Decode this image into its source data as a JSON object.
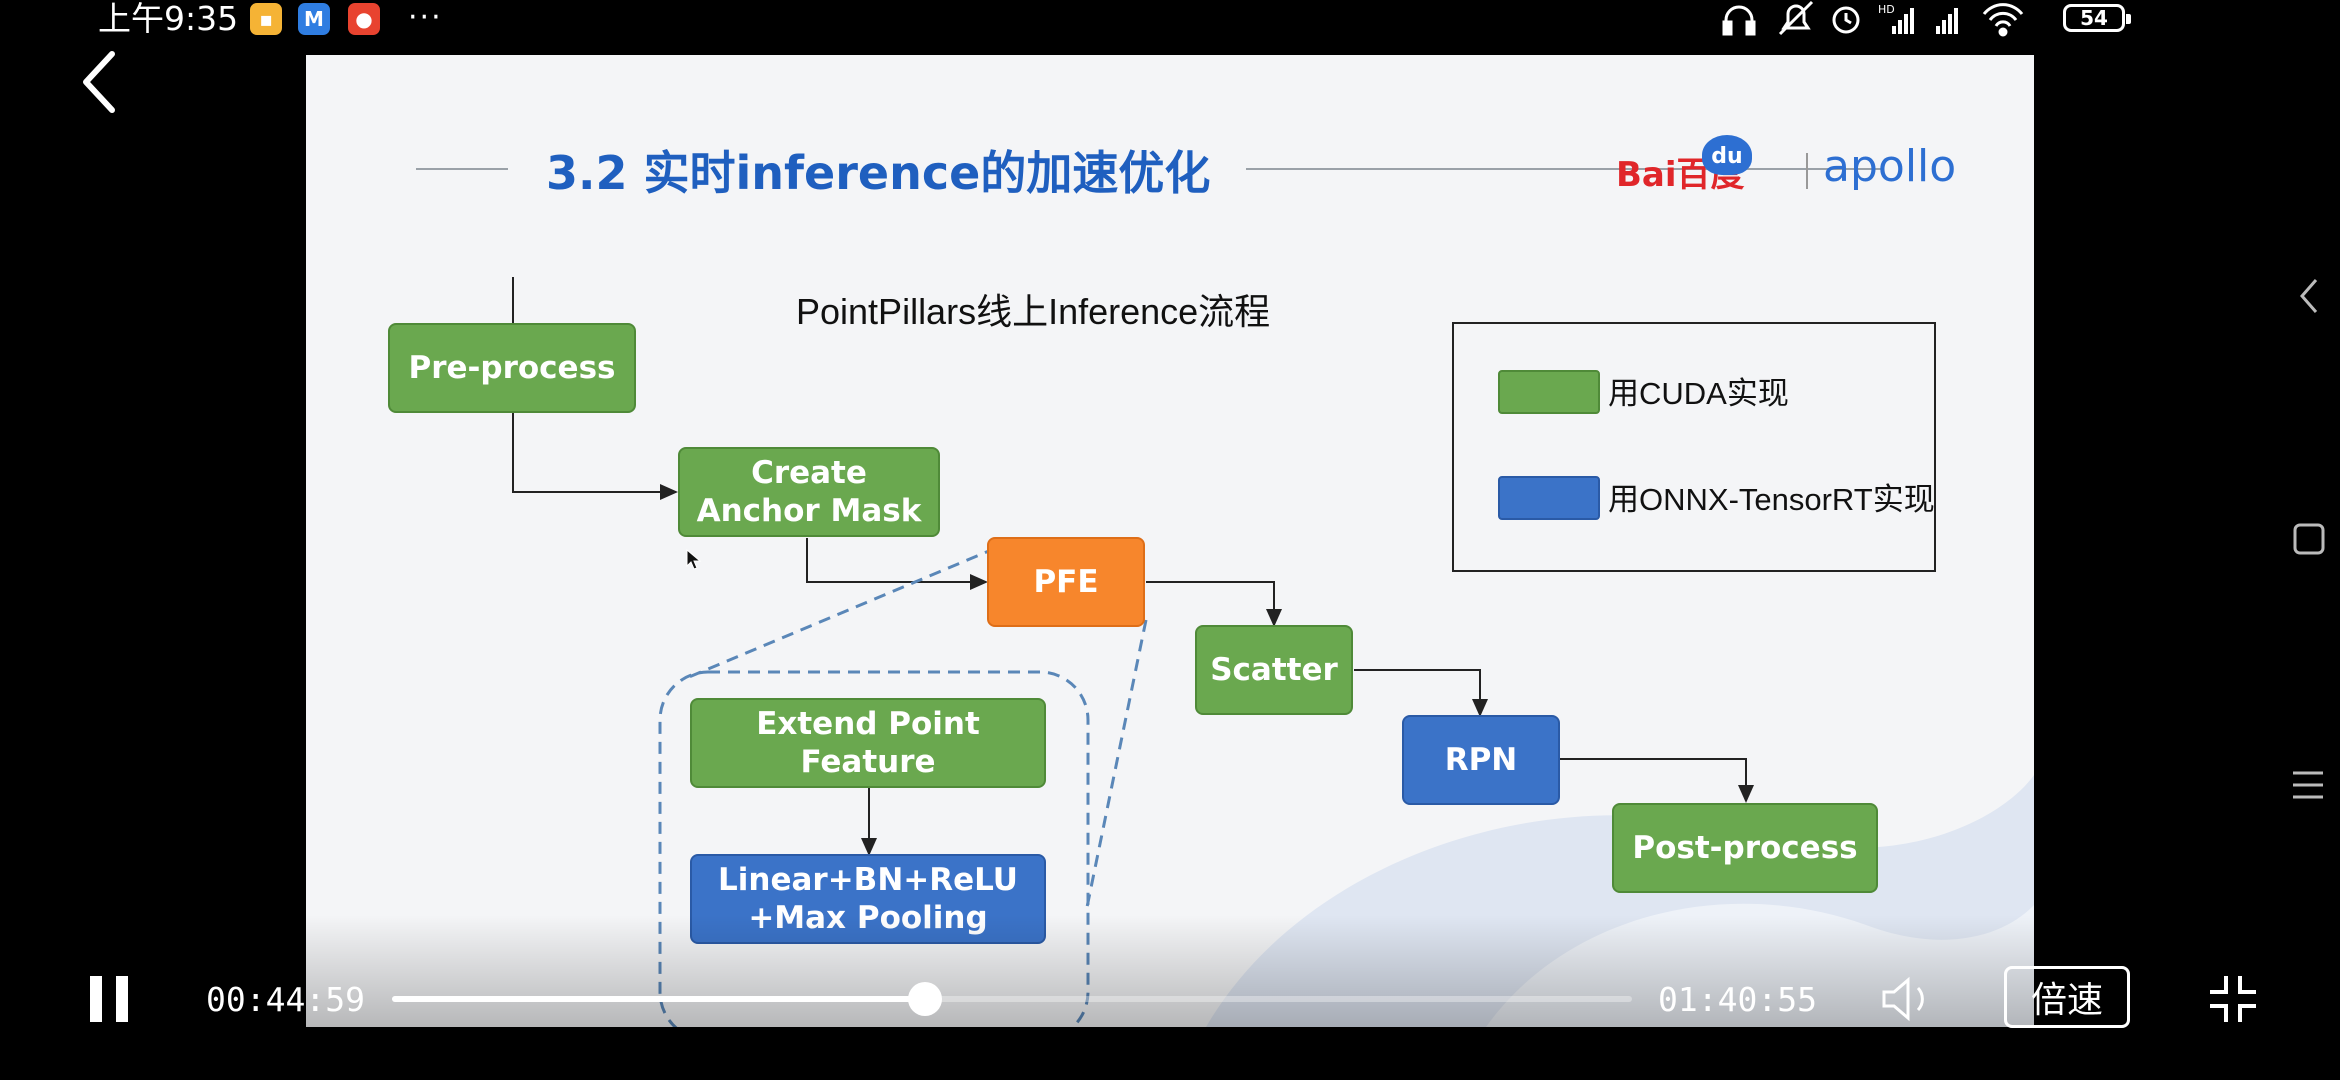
{
  "status_bar": {
    "time": "上午9:35",
    "battery": "54",
    "hd_label": "HD"
  },
  "slide": {
    "title": "3.2 实时inference的加速优化",
    "logo_baidu": "Bai百度",
    "logo_du": "du",
    "logo_apollo": "apollo",
    "subtitle": "PointPillars线上Inference流程",
    "boxes": {
      "preprocess": "Pre-process",
      "create_anchor_l1": "Create",
      "create_anchor_l2": "Anchor Mask",
      "pfe": "PFE",
      "scatter": "Scatter",
      "rpn": "RPN",
      "postprocess": "Post-process",
      "extend_l1": "Extend Point",
      "extend_l2": "Feature",
      "linear_l1": "Linear+BN+ReLU",
      "linear_l2": "+Max Pooling"
    },
    "legend": {
      "cuda": "用CUDA实现",
      "onnx": "用ONNX-TensorRT实现"
    },
    "colors": {
      "cuda_green": "#6aa84f",
      "onnx_blue": "#3b73c8",
      "pfe_orange": "#f7862c",
      "title_blue": "#1f5fbf"
    }
  },
  "player": {
    "current_time": "00:44:59",
    "total_time": "01:40:55",
    "speed_label": "倍速",
    "progress": 0.43
  }
}
